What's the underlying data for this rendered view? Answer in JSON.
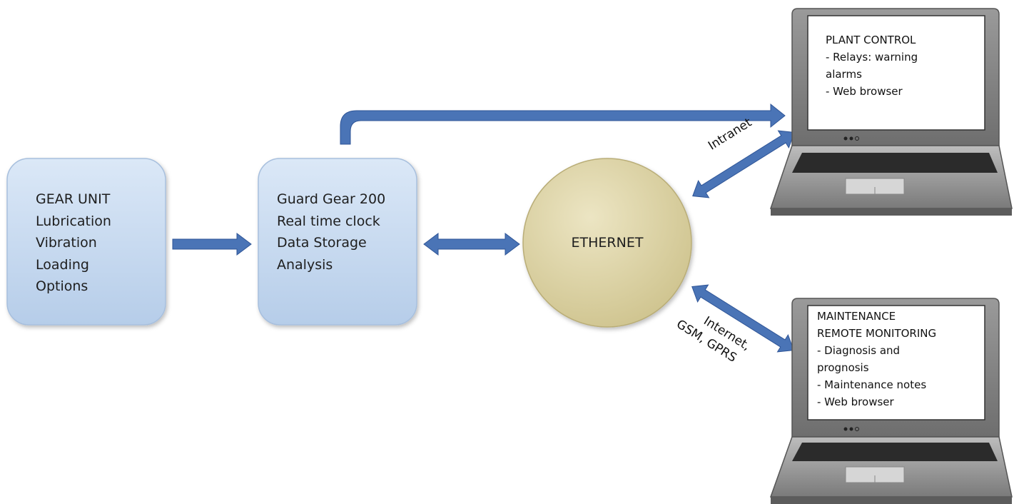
{
  "nodes": {
    "gear_unit": {
      "lines": [
        "GEAR UNIT",
        "Lubrication",
        "Vibration",
        "Loading",
        "Options"
      ],
      "fill": "#c5d9f0"
    },
    "guard_gear": {
      "lines": [
        "Guard Gear 200",
        "Real time clock",
        "Data Storage",
        "Analysis"
      ],
      "fill": "#c5d9f0"
    },
    "ethernet": {
      "label": "ETHERNET",
      "fill": "#ddd4a6"
    },
    "plant_control": {
      "lines": [
        "PLANT CONTROL",
        "- Relays: warning",
        "alarms",
        "- Web browser"
      ]
    },
    "maintenance": {
      "lines": [
        "MAINTENANCE",
        "REMOTE MONITORING",
        "- Diagnosis and",
        "prognosis",
        "- Maintenance notes",
        "- Web browser"
      ]
    }
  },
  "edges": {
    "intranet": {
      "label": "Intranet"
    },
    "internet": {
      "lines": [
        "Internet,",
        "GSM, GPRS"
      ]
    }
  },
  "colors": {
    "arrow": "#4a74b6",
    "arrow_stroke": "#2f5597",
    "laptop_body": "#8c8c8c",
    "laptop_dark": "#4a4a4a"
  }
}
